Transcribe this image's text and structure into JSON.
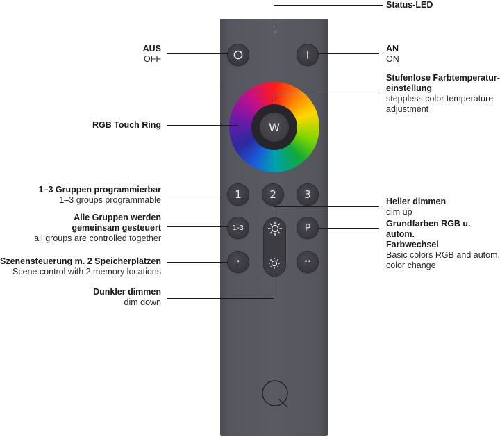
{
  "remote": {
    "body_color": "#56565e",
    "buttons": {
      "off": "O",
      "on": "I",
      "white": "W",
      "group1": "1",
      "group2": "2",
      "group3": "3",
      "all_groups": "1-3",
      "program": "P",
      "scene1": "•",
      "scene2": "••"
    },
    "icons": {
      "status_led": "status-led",
      "touch_ring": "rgb-color-wheel",
      "dim_up": "sun-large-icon",
      "dim_down": "sun-small-icon",
      "logo": "q-logo"
    }
  },
  "labels": {
    "status_led": {
      "title": "Status-LED"
    },
    "off": {
      "title": "AUS",
      "subtitle": "OFF"
    },
    "on": {
      "title": "AN",
      "subtitle": "ON"
    },
    "color_temp": {
      "title_1": "Stufenlose Farbtemperatur-",
      "title_2": "einstellung",
      "subtitle_1": "steppless color temperature",
      "subtitle_2": "adjustment"
    },
    "touch_ring": {
      "title": "RGB Touch Ring"
    },
    "groups": {
      "title": "1–3 Gruppen programmierbar",
      "subtitle": "1–3 groups programmable"
    },
    "all_groups": {
      "title_1": "Alle Gruppen werden",
      "title_2": "gemeinsam gesteuert",
      "subtitle": "all groups are controlled together"
    },
    "scene": {
      "title": "Szenensteuerung m. 2 Speicherplätzen",
      "subtitle": "Scene control with 2 memory locations"
    },
    "dim_down": {
      "title": "Dunkler dimmen",
      "subtitle": "dim down"
    },
    "dim_up": {
      "title": "Heller dimmen",
      "subtitle": "dim up"
    },
    "program": {
      "title_1": "Grundfarben RGB u. autom.",
      "title_2": "Farbwechsel",
      "subtitle_1": "Basic colors RGB and autom.",
      "subtitle_2": "color change"
    }
  }
}
